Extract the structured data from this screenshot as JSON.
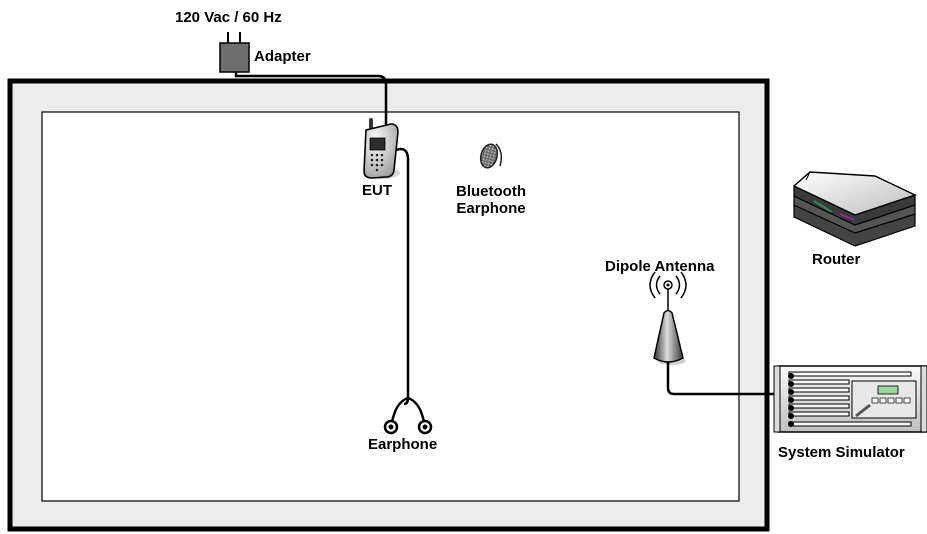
{
  "labels": {
    "power": "120 Vac / 60 Hz",
    "adapter": "Adapter",
    "eut": "EUT",
    "bt_line1": "Bluetooth",
    "bt_line2": "Earphone",
    "earphone": "Earphone",
    "dipole": "Dipole Antenna",
    "router": "Router",
    "simulator": "System Simulator"
  },
  "colors": {
    "outer_frame": "#ececec",
    "frame_border": "#000000",
    "inner_area": "#ffffff",
    "router_accent_green": "#2e8b57",
    "router_accent_purple": "#8b2a8b",
    "simulator_screen": "#9fd39f"
  },
  "icons": {
    "adapter": "power-adapter-icon",
    "eut": "mobile-phone-icon",
    "bluetooth_earphone": "bluetooth-earphone-icon",
    "earphone": "wired-earphone-icon",
    "antenna": "dipole-antenna-icon",
    "router": "router-icon",
    "simulator": "system-simulator-icon"
  }
}
